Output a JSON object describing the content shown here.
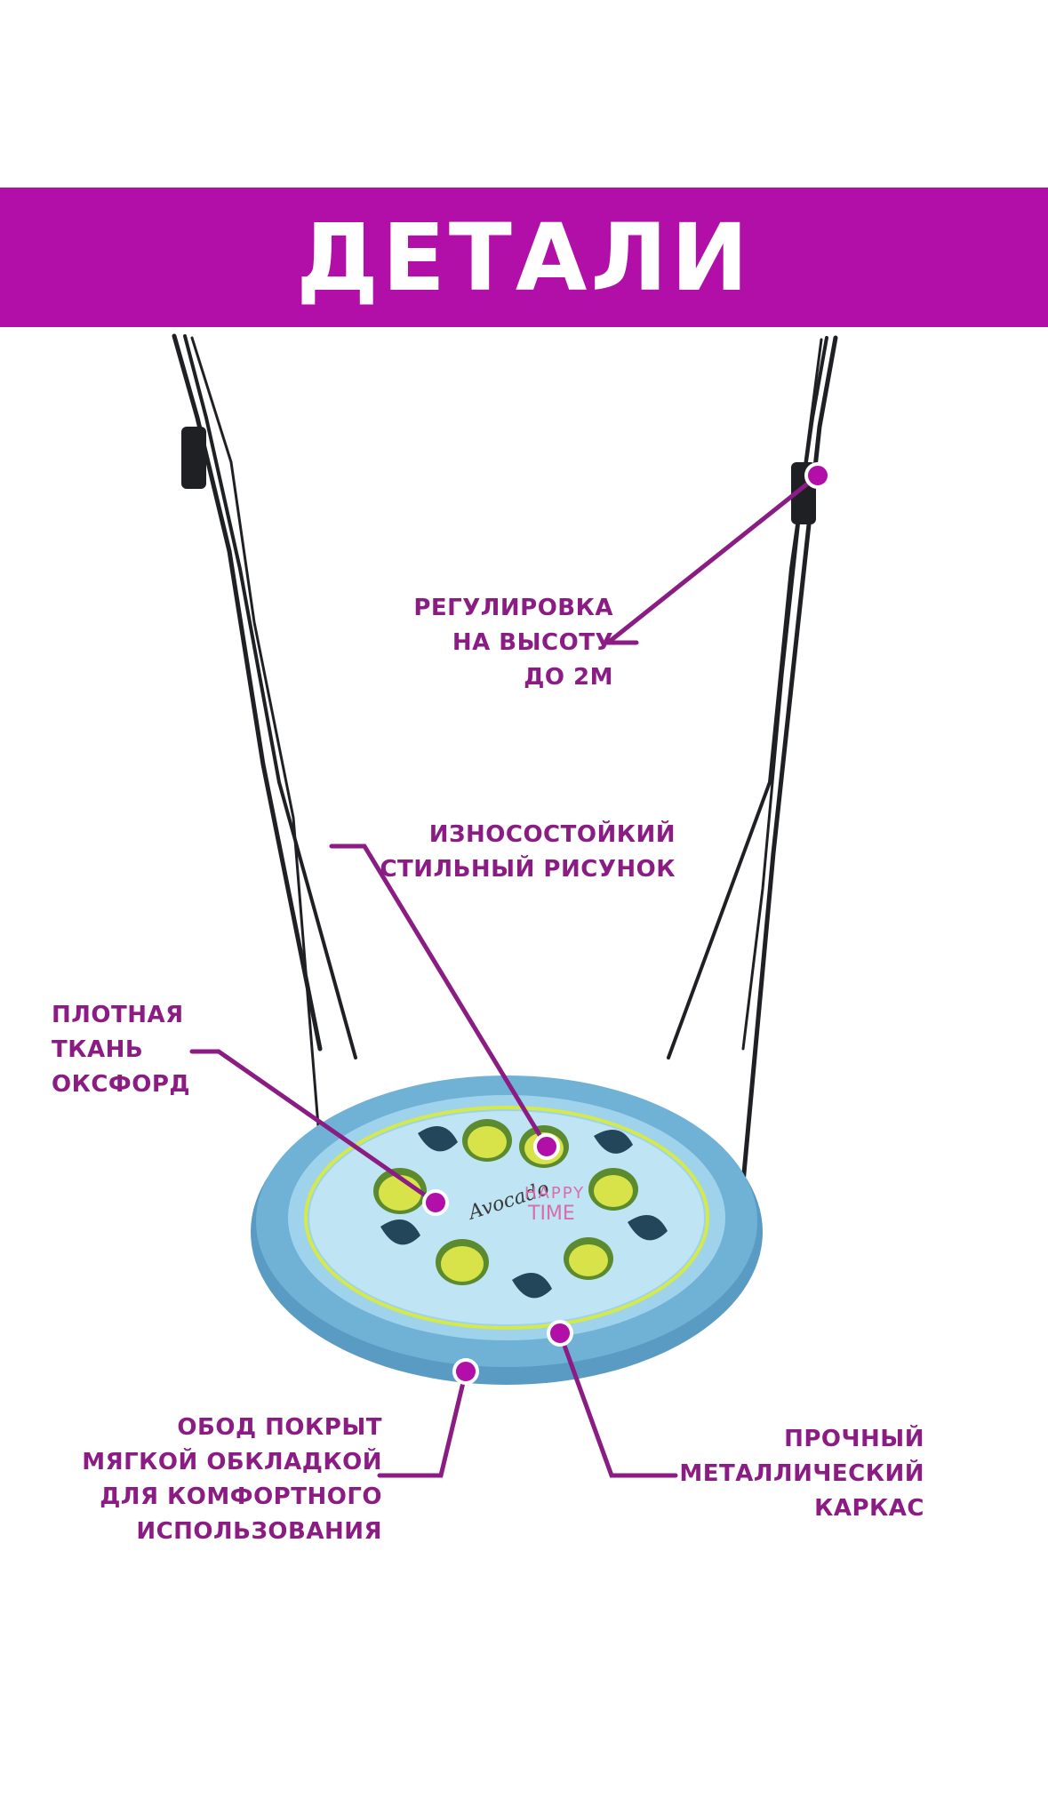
{
  "banner": {
    "title": "ДЕТАЛИ"
  },
  "accent_color": "#b10fa7",
  "label_color": "#8a1c83",
  "seat": {
    "print_text_1": "Avocado",
    "print_text_2": "HAPPY",
    "print_text_3": "TIME"
  },
  "callouts": [
    {
      "id": "height",
      "text": "РЕГУЛИРОВКА\nНА ВЫСОТУ\nДО 2М"
    },
    {
      "id": "print",
      "text": "ИЗНОСОСТОЙКИЙ\nСТИЛЬНЫЙ РИСУНОК"
    },
    {
      "id": "fabric",
      "text": "ПЛОТНАЯ\nТКАНЬ\nОКСФОРД"
    },
    {
      "id": "rim",
      "text": "ОБОД ПОКРЫТ\nМЯГКОЙ ОБКЛАДКОЙ\nДЛЯ КОМФОРТНОГО\nИСПОЛЬЗОВАНИЯ"
    },
    {
      "id": "frame",
      "text": "ПРОЧНЫЙ\nМЕТАЛЛИЧЕСКИЙ\nКАРКАС"
    }
  ]
}
